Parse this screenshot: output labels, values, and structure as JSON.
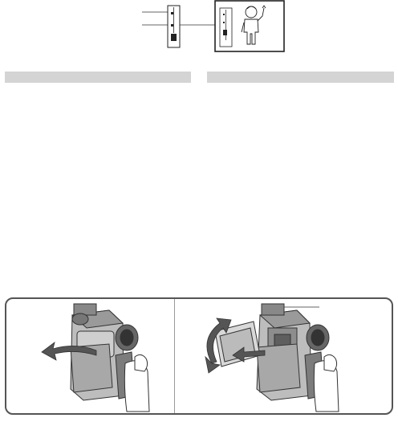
{
  "top_figure": {
    "callout_count": 2
  },
  "section_bars": {
    "left_label": "",
    "right_label": ""
  },
  "steps_figure": {
    "panels": 2,
    "step1_arrow": "swing-panel-open",
    "step2_arrow": "rotate-panel"
  },
  "colors": {
    "bar_gray": "#d4d4d4",
    "frame": "#555555",
    "line": "#333333"
  }
}
